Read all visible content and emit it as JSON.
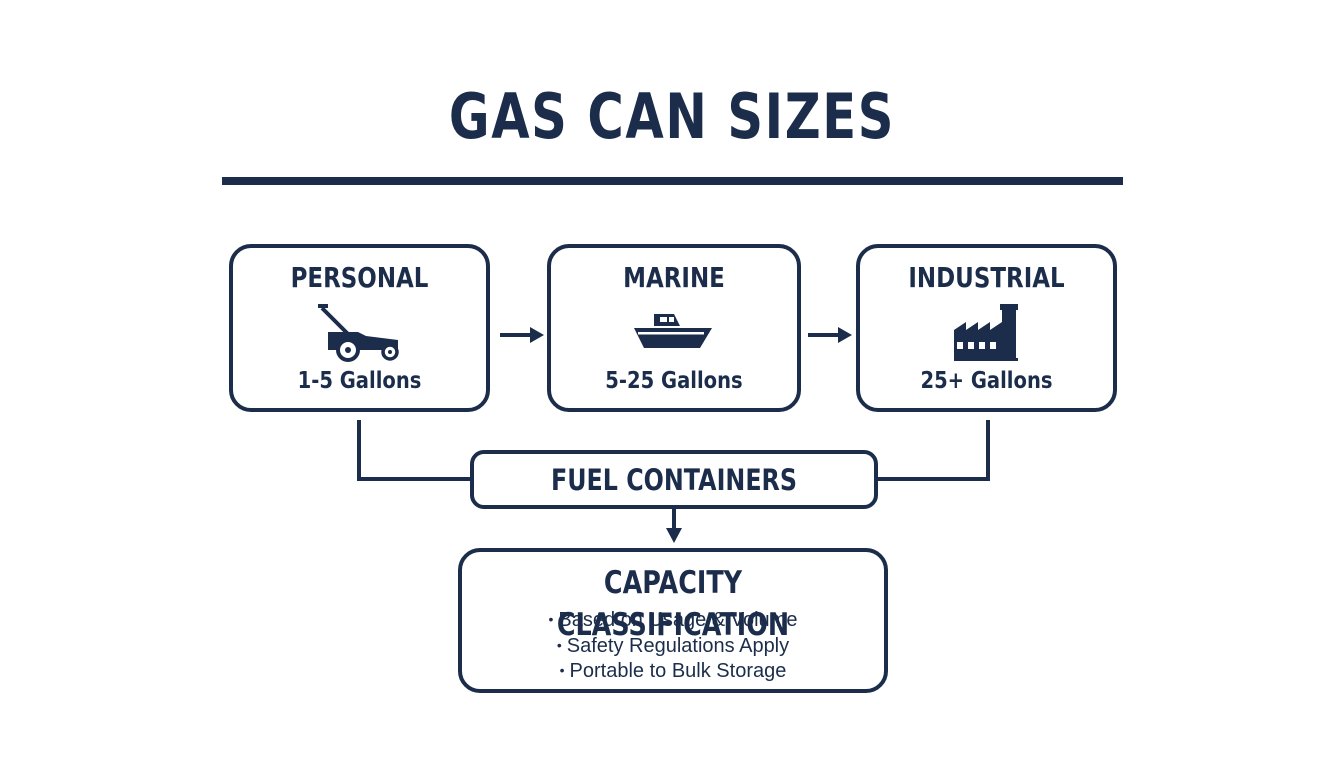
{
  "title": "GAS CAN SIZES",
  "categories": [
    {
      "name": "PERSONAL",
      "range": "1-5 Gallons",
      "icon": "lawn-mower-icon"
    },
    {
      "name": "MARINE",
      "range": "5-25 Gallons",
      "icon": "boat-icon"
    },
    {
      "name": "INDUSTRIAL",
      "range": "25+ Gallons",
      "icon": "factory-icon"
    }
  ],
  "hub": {
    "label": "FUEL CONTAINERS"
  },
  "classification": {
    "title": "CAPACITY CLASSIFICATION",
    "bullet_symbol": "•",
    "bullets": [
      "Based on Usage & Volume",
      "Safety Regulations Apply",
      "Portable to Bulk Storage"
    ]
  },
  "colors": {
    "primary": "#1b2d4b",
    "background": "#ffffff"
  }
}
